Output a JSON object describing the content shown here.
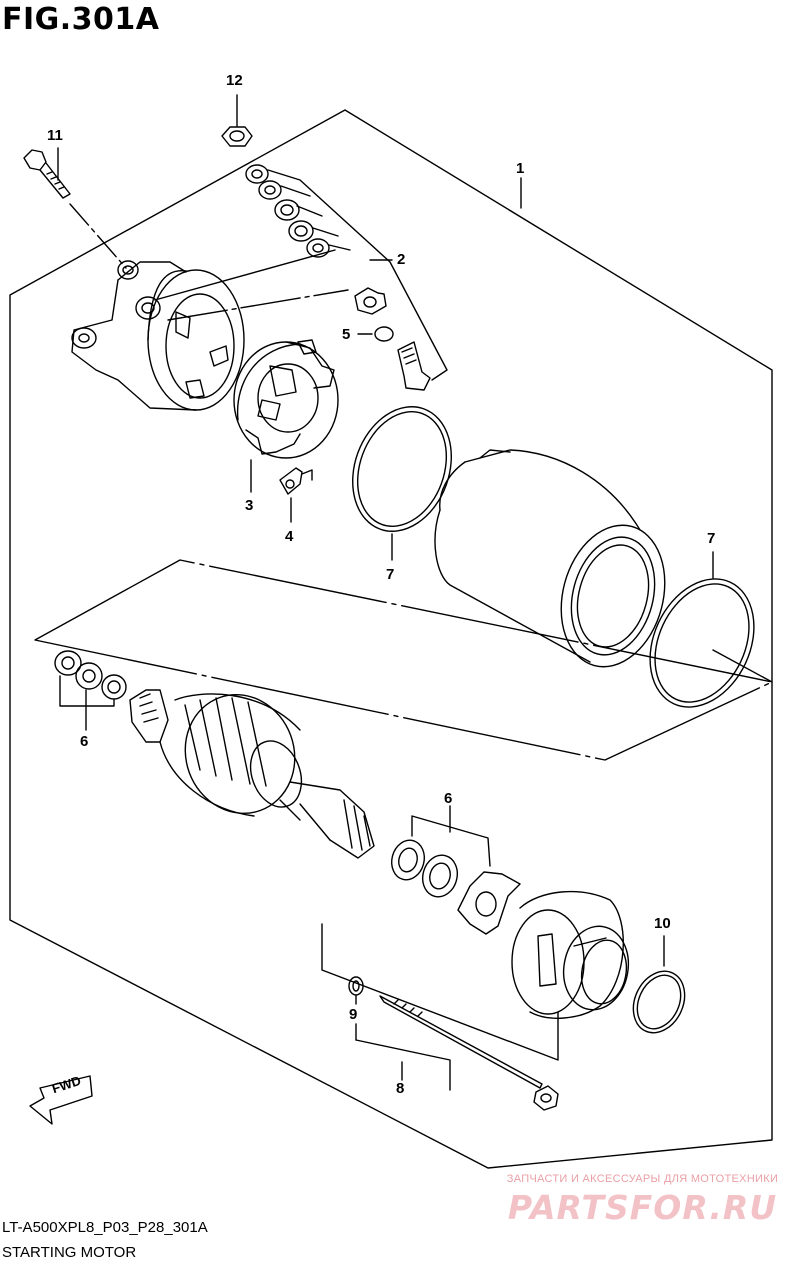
{
  "figure": {
    "title": "FIG.301A",
    "ref_code": "LT-A500XPL8_P03_P28_301A",
    "name": "STARTING MOTOR",
    "direction_label": "FWD"
  },
  "callouts": [
    {
      "id": "c12",
      "label": "12"
    },
    {
      "id": "c11",
      "label": "11"
    },
    {
      "id": "c1",
      "label": "1"
    },
    {
      "id": "c2",
      "label": "2"
    },
    {
      "id": "c5",
      "label": "5"
    },
    {
      "id": "c3",
      "label": "3"
    },
    {
      "id": "c4",
      "label": "4"
    },
    {
      "id": "c7a",
      "label": "7"
    },
    {
      "id": "c7b",
      "label": "7"
    },
    {
      "id": "c6a",
      "label": "6"
    },
    {
      "id": "c6b",
      "label": "6"
    },
    {
      "id": "c10",
      "label": "10"
    },
    {
      "id": "c9",
      "label": "9"
    },
    {
      "id": "c8",
      "label": "8"
    }
  ],
  "watermark": {
    "tagline": "ЗАПЧАСТИ И АКСЕССУАРЫ ДЛЯ МОТОТЕХНИКИ",
    "logo": "PARTSFOR.RU"
  }
}
